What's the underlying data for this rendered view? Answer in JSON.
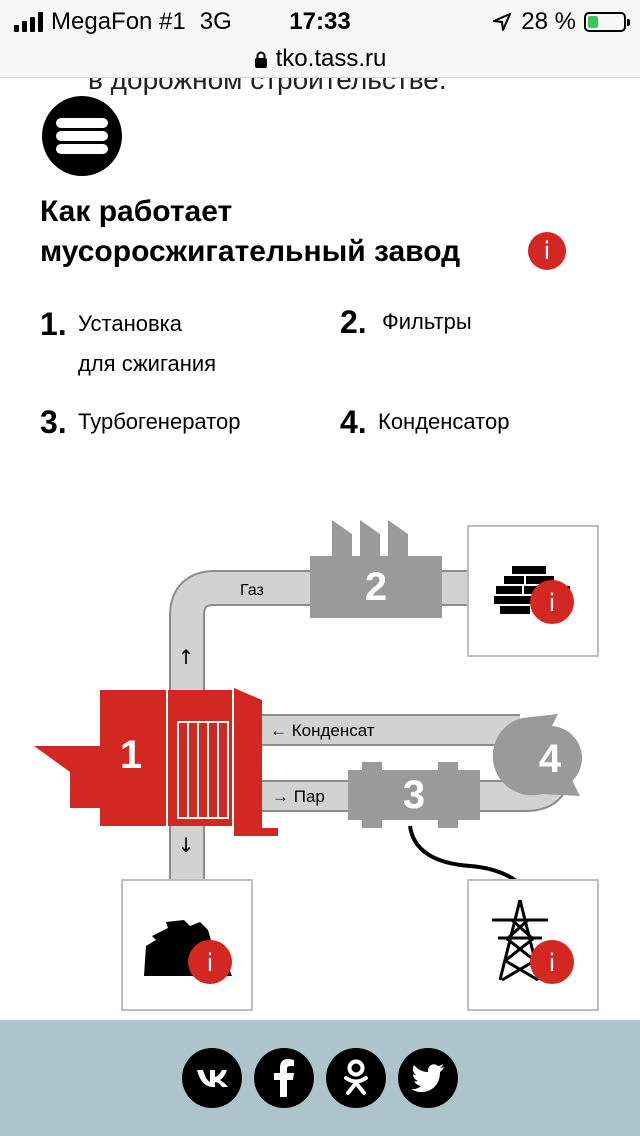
{
  "status_bar": {
    "carrier": "MegaFon #1",
    "network": "3G",
    "time": "17:33",
    "battery": "28 %",
    "battery_level": 0.28
  },
  "url_bar": {
    "domain": "tko.tass.ru"
  },
  "page": {
    "cut_text": "в дорожном строительстве.",
    "title_line1": "Как работает",
    "title_line2": "мусоросжигательный завод",
    "info_symbol": "i"
  },
  "legend": [
    {
      "num": "1.",
      "label_line1": "Установка",
      "label_line2": "для сжигания"
    },
    {
      "num": "2.",
      "label_line1": "Фильтры",
      "label_line2": ""
    },
    {
      "num": "3.",
      "label_line1": "Турбогенератор",
      "label_line2": ""
    },
    {
      "num": "4.",
      "label_line1": "Конденсатор",
      "label_line2": ""
    }
  ],
  "diagram": {
    "gas_label": "Газ",
    "condensate_label": "← Конденсат",
    "steam_label": "→ Пар",
    "up_arrow": "↑",
    "down_arrow": "↓",
    "unit1": "1",
    "unit2": "2",
    "unit3": "3",
    "unit4": "4",
    "info_symbol": "i",
    "colors": {
      "red": "#d32722",
      "gray": "#9a9a9a",
      "pipe": "#d2d2d2"
    }
  },
  "footer": {
    "social": [
      {
        "name": "vk",
        "glyph": "vk"
      },
      {
        "name": "facebook",
        "glyph": "f"
      },
      {
        "name": "odnoklassniki",
        "glyph": "ok"
      },
      {
        "name": "twitter",
        "glyph": "tw"
      }
    ],
    "background": "#aec4cb"
  }
}
